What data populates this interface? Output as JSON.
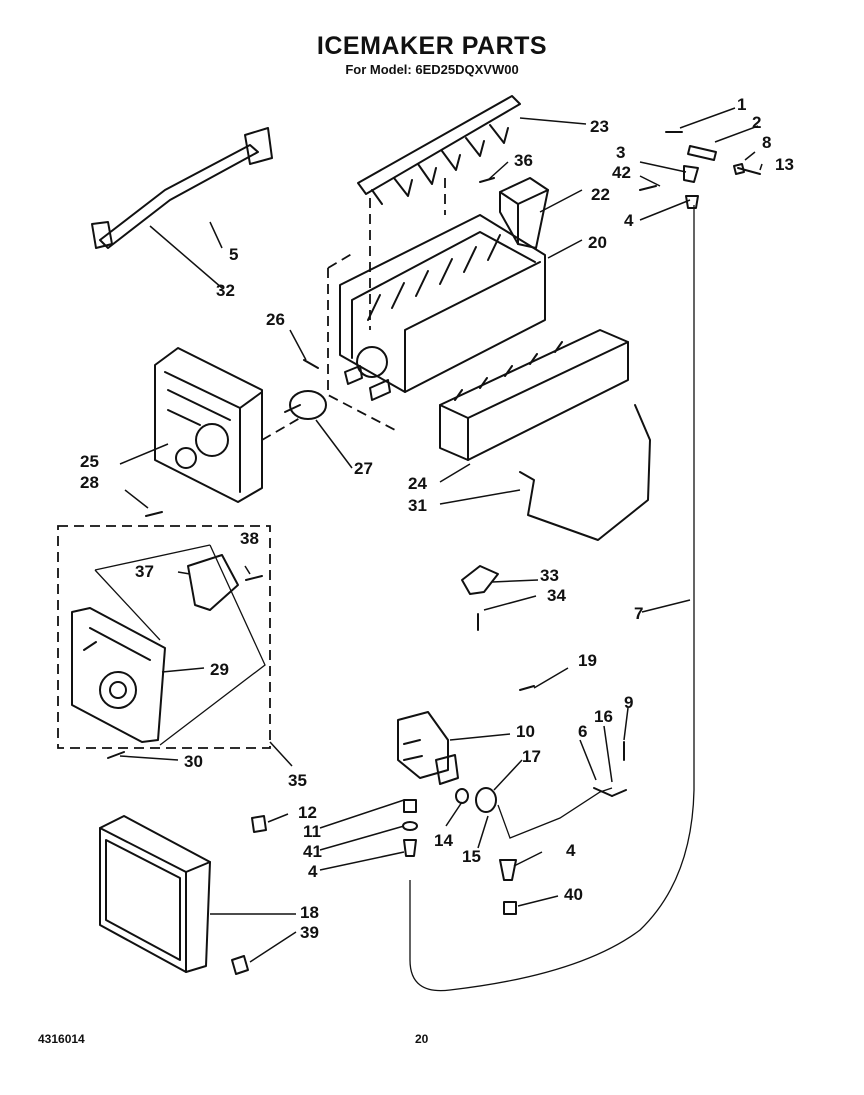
{
  "header": {
    "title": "ICEMAKER PARTS",
    "subtitle": "For Model: 6ED25DQXVW00"
  },
  "footer": {
    "doc_number": "4316014",
    "page_number": "20"
  },
  "callouts": [
    "1",
    "2",
    "3",
    "42",
    "8",
    "13",
    "4",
    "23",
    "36",
    "22",
    "20",
    "5",
    "32",
    "26",
    "25",
    "28",
    "27",
    "24",
    "31",
    "38",
    "37",
    "29",
    "30",
    "35",
    "33",
    "34",
    "7",
    "19",
    "10",
    "6",
    "16",
    "9",
    "17",
    "14",
    "15",
    "12",
    "11",
    "41",
    "4",
    "18",
    "39",
    "40",
    "4"
  ]
}
